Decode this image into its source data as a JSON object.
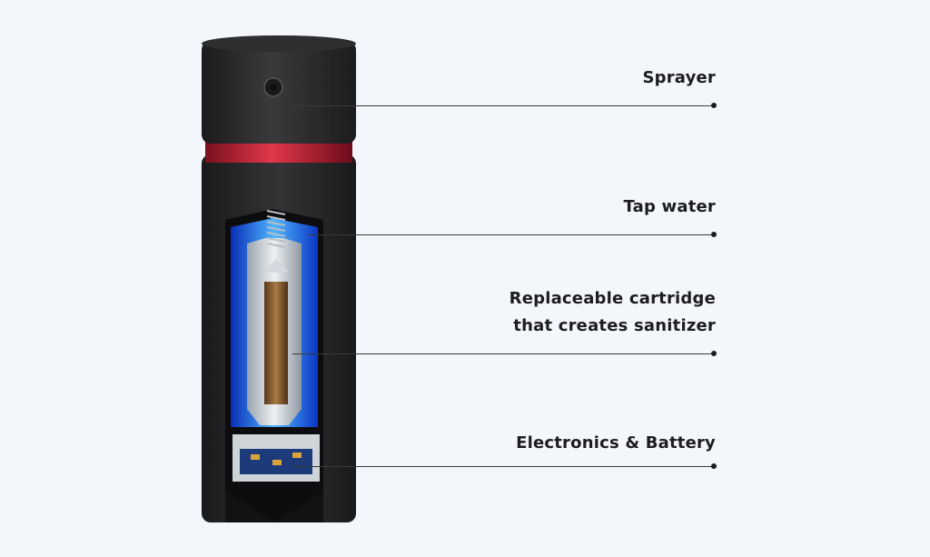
{
  "callouts": [
    {
      "id": "sprayer",
      "lines": [
        "Sprayer"
      ]
    },
    {
      "id": "tap-water",
      "lines": [
        "Tap water"
      ]
    },
    {
      "id": "cartridge",
      "lines": [
        "Replaceable cartridge",
        "that creates sanitizer"
      ]
    },
    {
      "id": "electronics",
      "lines": [
        "Electronics & Battery"
      ]
    }
  ],
  "colors": {
    "background": "#f3f6fb",
    "body": "#2a2a2c",
    "ring": "#c7283a",
    "water": "#1f5fe0",
    "leader": "#3a3a3a"
  }
}
